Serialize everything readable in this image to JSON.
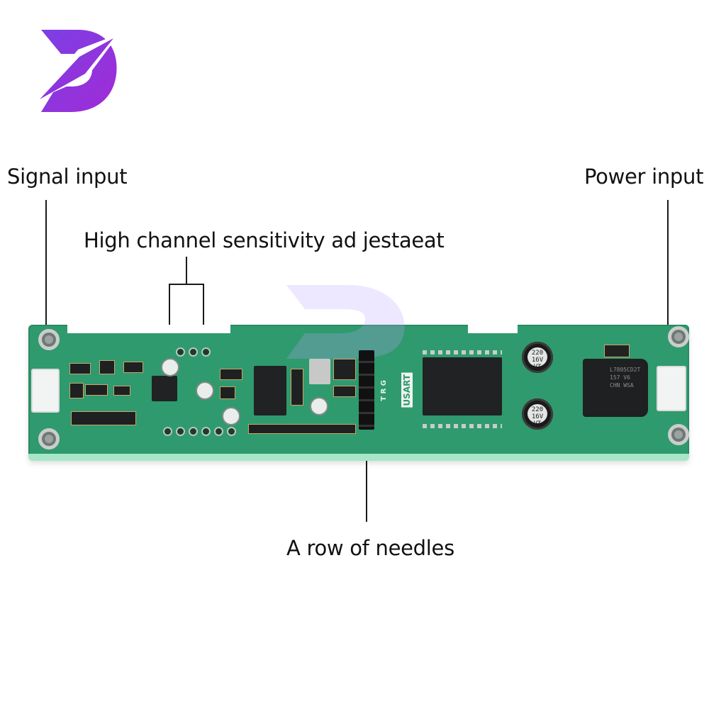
{
  "labels": {
    "signal_input": "Signal input",
    "power_input": "Power input",
    "sensitivity": "High channel sensitivity ad jestaeat",
    "needles": "A row of needles"
  },
  "board_text": {
    "usart": "USART",
    "trg": "T R G",
    "cap1": "220 16V VT",
    "cap2": "220 16V VT",
    "regulator": "L7805CD2T 157 V6 CHN WSA"
  },
  "colors": {
    "pcb": "#2f9a6d",
    "logo": "#8a2be2",
    "text": "#111111"
  }
}
